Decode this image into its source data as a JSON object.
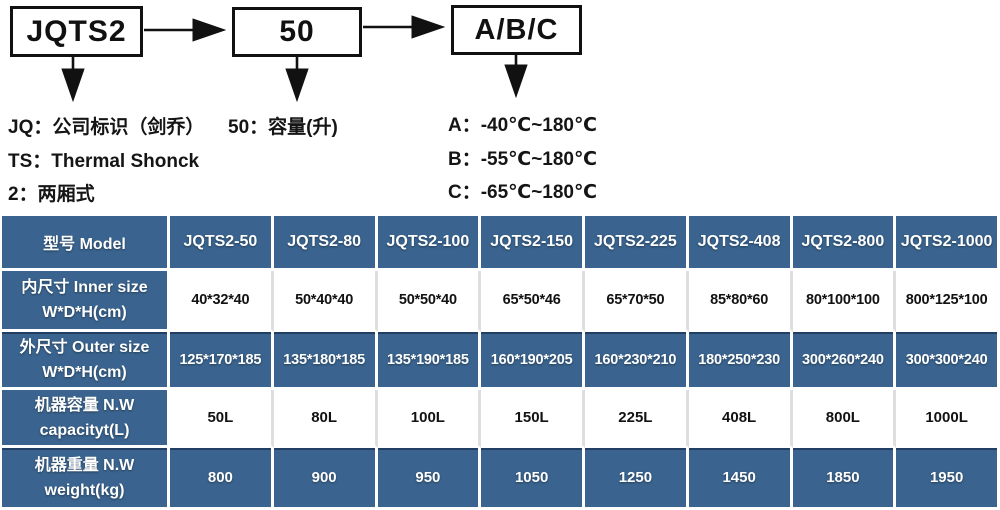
{
  "diagram": {
    "boxes": [
      "JQTS2",
      "50",
      "A/B/C"
    ],
    "notes": [
      "JQ：公司标识（剑乔）",
      "TS：Thermal Shonck",
      "2：两厢式",
      "50：容量(升)",
      "A：-40℃~180℃",
      "B：-55℃~180℃",
      "C：-65℃~180℃"
    ]
  },
  "table": {
    "header": [
      "型号 Model",
      "JQTS2-50",
      "JQTS2-80",
      "JQTS2-100",
      "JQTS2-150",
      "JQTS2-225",
      "JQTS2-408",
      "JQTS2-800",
      "JQTS2-1000"
    ],
    "rows": [
      {
        "label1": "内尺寸 Inner size",
        "label2": "W*D*H(cm)",
        "values": [
          "40*32*40",
          "50*40*40",
          "50*50*40",
          "65*50*46",
          "65*70*50",
          "85*80*60",
          "80*100*100",
          "800*125*100"
        ]
      },
      {
        "label1": "外尺寸 Outer size",
        "label2": "W*D*H(cm)",
        "values": [
          "125*170*185",
          "135*180*185",
          "135*190*185",
          "160*190*205",
          "160*230*210",
          "180*250*230",
          "300*260*240",
          "300*300*240"
        ]
      },
      {
        "label1": "机器容量 N.W",
        "label2": "capacityt(L)",
        "values": [
          "50L",
          "80L",
          "100L",
          "150L",
          "225L",
          "408L",
          "800L",
          "1000L"
        ]
      },
      {
        "label1": "机器重量 N.W",
        "label2": "weight(kg)",
        "values": [
          "800",
          "900",
          "950",
          "1050",
          "1250",
          "1450",
          "1850",
          "1950"
        ]
      }
    ]
  },
  "colors": {
    "table_blue": "#3a648f",
    "white_cell_divider": "#dedede",
    "dark_row_edge": "#1e375c",
    "diagram_ink": "#111111"
  }
}
